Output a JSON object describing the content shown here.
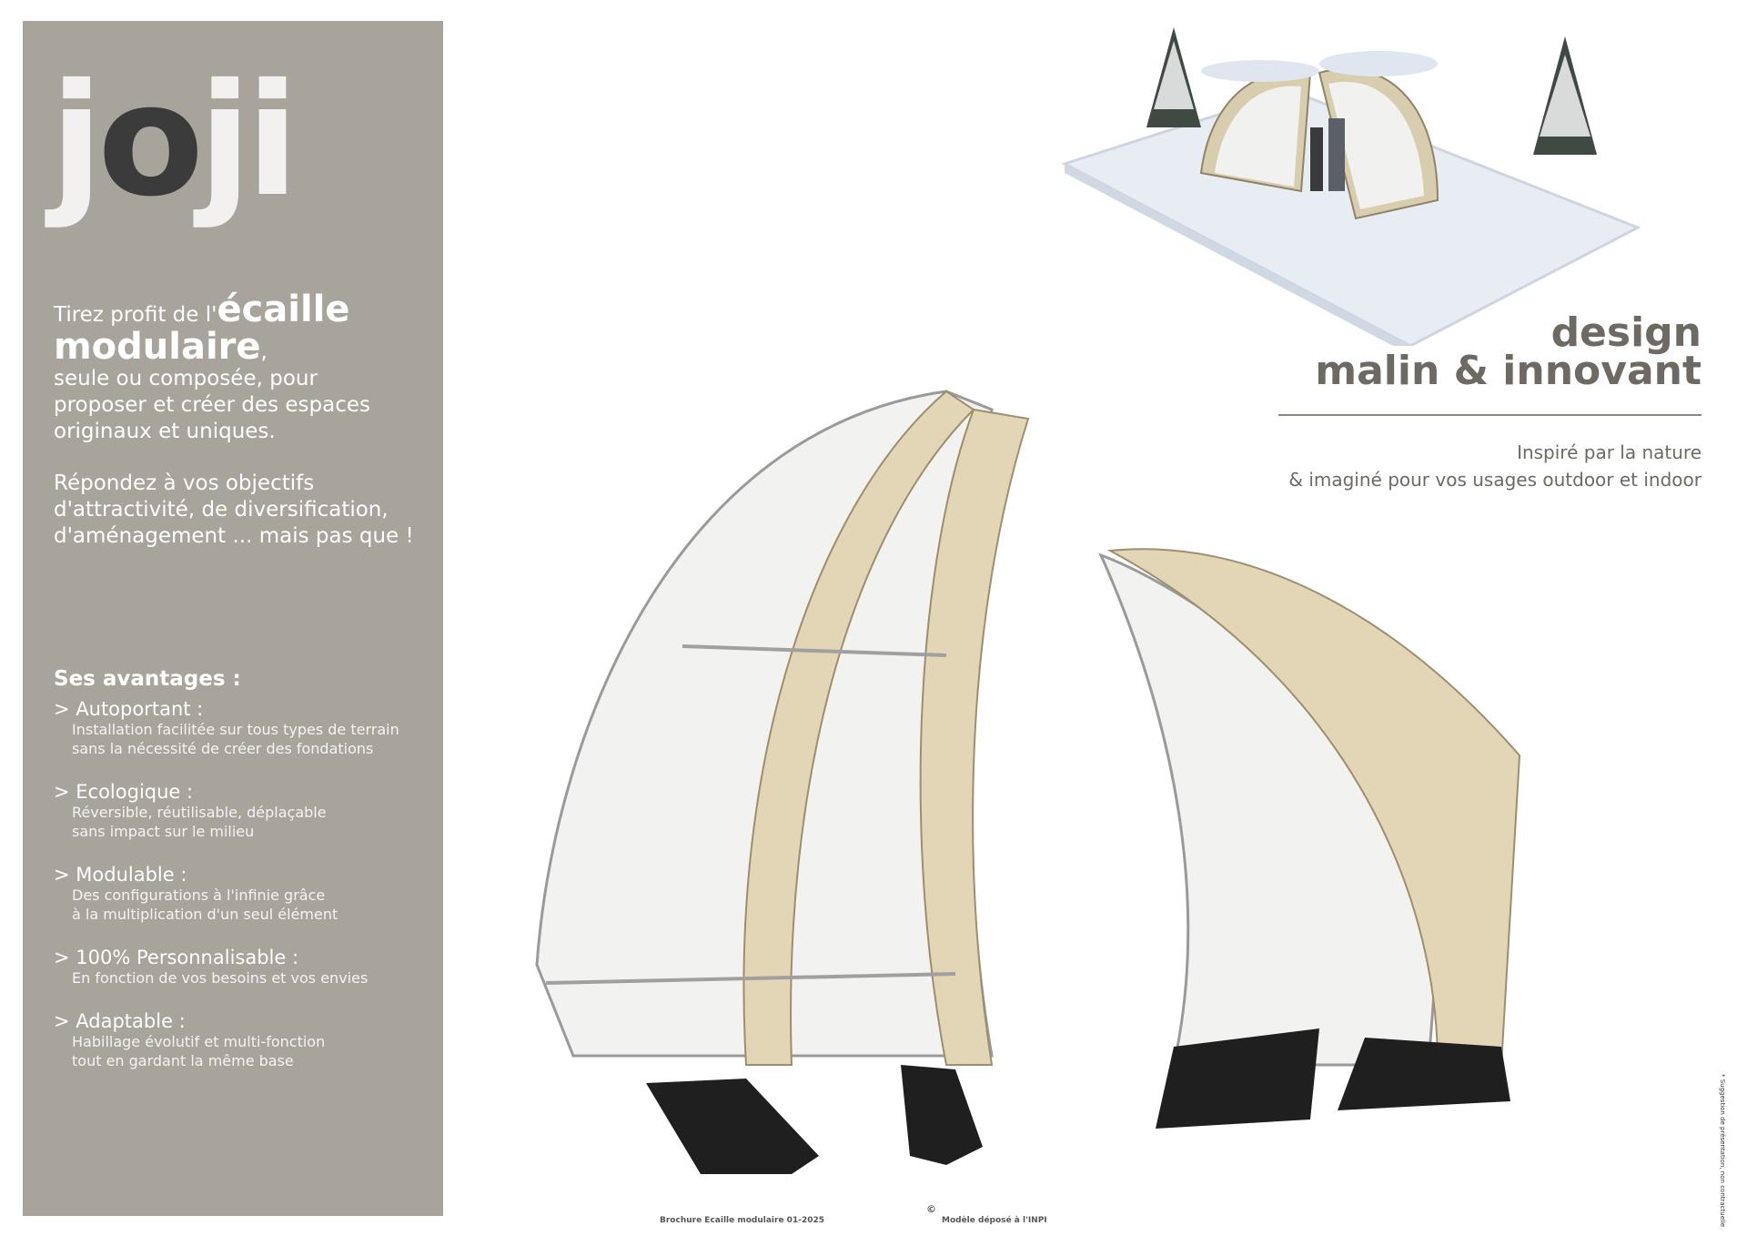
{
  "brand": {
    "logo": "joji",
    "colors": {
      "panel": "#a8a39b",
      "accent_dark": "#3b3b3c",
      "text_gray": "#6e6a63"
    }
  },
  "intro": {
    "lead_small": "Tirez profit de l'",
    "lead_big1": "écaille",
    "lead_big2": "modulaire",
    "lead_comma": ",",
    "line1": "seule ou composée, pour",
    "line2": "proposer et créer des espaces",
    "line3": "originaux et uniques.",
    "p2_line1": "Répondez à vos objectifs",
    "p2_line2": "d'attractivité, de diversification,",
    "p2_line3": "d'aménagement ... mais pas que !"
  },
  "advantages": {
    "heading": "Ses avantages :",
    "items": [
      {
        "title": "> Autoportant :",
        "desc1": "Installation facilitée sur tous types de terrain",
        "desc2": "sans la nécessité de créer des fondations"
      },
      {
        "title": "> Ecologique :",
        "desc1": "Réversible, réutilisable, déplaçable",
        "desc2": "sans impact sur le milieu"
      },
      {
        "title": "> Modulable :",
        "desc1": "Des configurations à l'infinie grâce",
        "desc2": "à la multiplication d'un seul élément"
      },
      {
        "title": "> 100% Personnalisable :",
        "desc1": "En fonction de vos besoins et vos envies",
        "desc2": ""
      },
      {
        "title": "> Adaptable :",
        "desc1": "Habillage évolutif et multi-fonction",
        "desc2": "tout en gardant la même base"
      }
    ]
  },
  "tagline": {
    "line1": "design",
    "line2": "malin & innovant"
  },
  "subtitle": {
    "line1": "Inspiré par la nature",
    "line2": "& imaginé pour vos usages outdoor et indoor"
  },
  "footer": {
    "left": "Brochure Ecaille modulaire 01-2025",
    "copyright": "©",
    "right": "Modèle déposé à l'INPI"
  },
  "side_note": "* Suggestion de présentation, non contractuelle"
}
